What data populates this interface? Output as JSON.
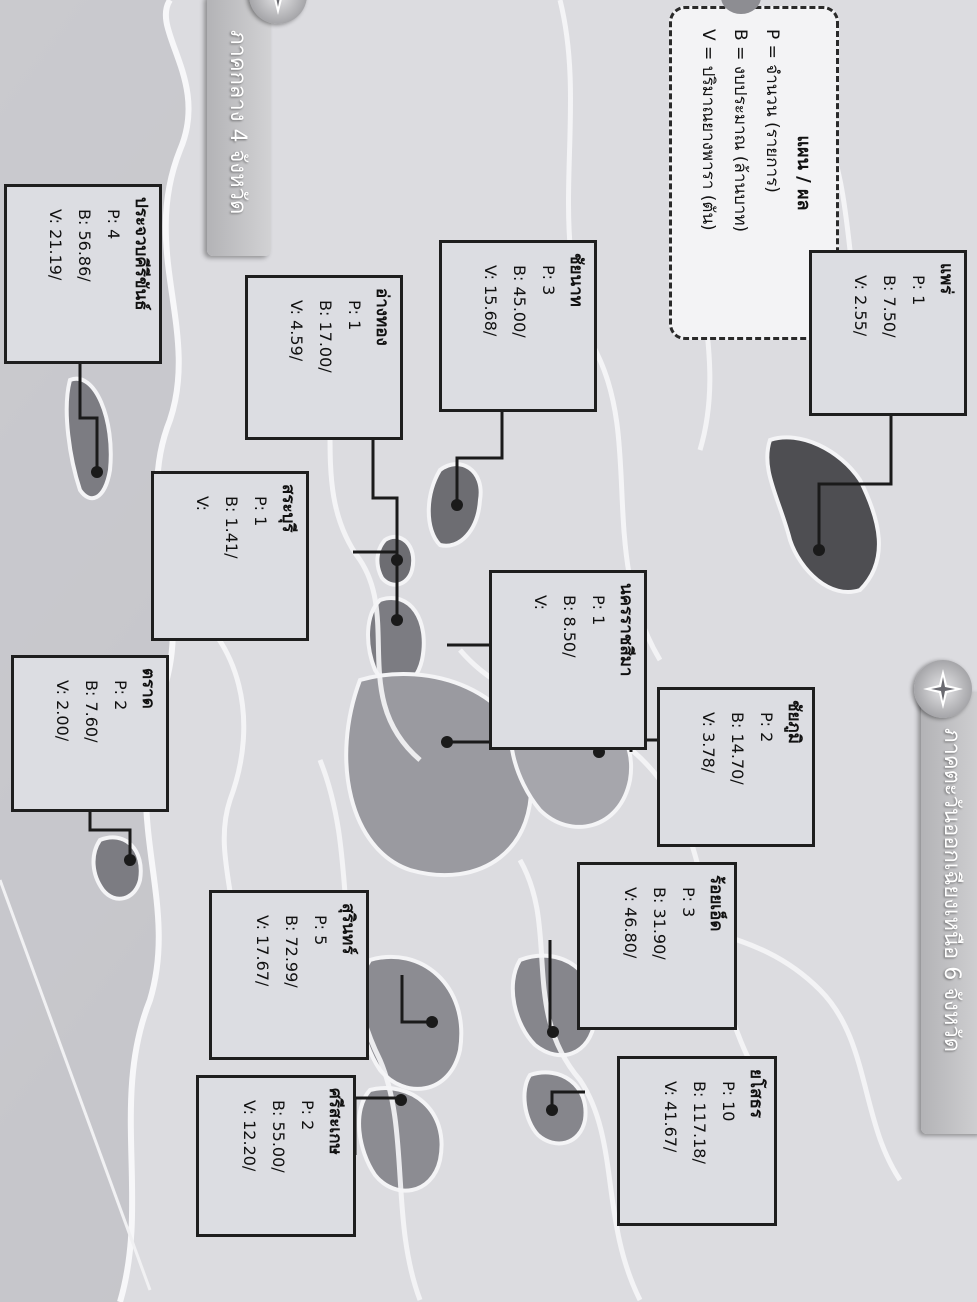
{
  "legend": {
    "title": "แผน / ผล",
    "lines": [
      "P = จำนวน (รายการ)",
      "B = งบประมาณ (ล้านบาท)",
      "V = ปริมาณยางพารา (ตัน)"
    ]
  },
  "regions": {
    "northeast": "ภาคตะวันออกเฉียงเหนือ 6 จังหวัด",
    "central": "ภาคกลาง 4 จังหวัด"
  },
  "provinces": [
    {
      "key": "phrae",
      "name": "แพร่",
      "p": "P: 1",
      "b": "B: 7.50/",
      "v": "V: 2.55/"
    },
    {
      "key": "chainat",
      "name": "ชัยนาท",
      "p": "P: 3",
      "b": "B: 45.00/",
      "v": "V: 15.68/"
    },
    {
      "key": "angthong",
      "name": "อ่างทอง",
      "p": "P: 1",
      "b": "B: 17.00/",
      "v": "V: 4.59/"
    },
    {
      "key": "prachuap",
      "name": "ประจวบคีรีขันธ์",
      "p": "P: 4",
      "b": "B: 56.86/",
      "v": "V: 21.19/"
    },
    {
      "key": "saraburi",
      "name": "สระบุรี",
      "p": "P: 1",
      "b": "B: 1.41/",
      "v": "V:"
    },
    {
      "key": "nakhonratchasima",
      "name": "นครราชสีมา",
      "p": "P: 1",
      "b": "B: 8.50/",
      "v": "V:"
    },
    {
      "key": "chaiyaphum",
      "name": "ชัยภูมิ",
      "p": "P: 2",
      "b": "B: 14.70/",
      "v": "V: 3.78/"
    },
    {
      "key": "trat",
      "name": "ตราด",
      "p": "P: 2",
      "b": "B: 7.60/",
      "v": "V: 2.00/"
    },
    {
      "key": "roiet",
      "name": "ร้อยเอ็ด",
      "p": "P: 3",
      "b": "B: 31.90/",
      "v": "V: 46.80/"
    },
    {
      "key": "surin",
      "name": "สุรินทร์",
      "p": "P: 5",
      "b": "B: 72.99/",
      "v": "V: 17.67/"
    },
    {
      "key": "yasothon",
      "name": "ยโสธร",
      "p": "P: 10",
      "b": "B: 117.18/",
      "v": "V: 41.67/"
    },
    {
      "key": "sisaket",
      "name": "ศรีสะเกษ",
      "p": "P: 2",
      "b": "B: 55.00/",
      "v": "V: 12.20/"
    }
  ]
}
